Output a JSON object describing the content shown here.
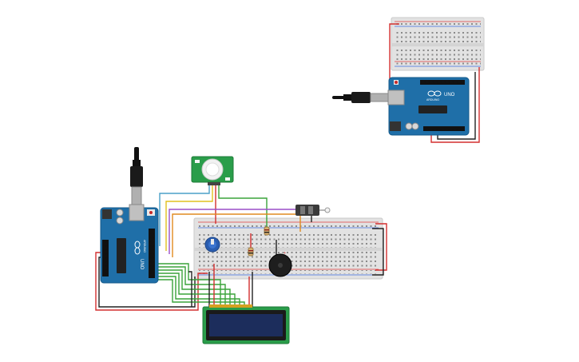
{
  "boards": {
    "arduino_main": {
      "model_label": "UNO",
      "brand_label": "ARDUINO"
    },
    "arduino_secondary": {
      "model_label": "UNO",
      "brand_label": "ARDUINO"
    }
  },
  "colors": {
    "board_blue": "#1f6fa8",
    "board_dark": "#155a8a",
    "breadboard": "#e2e2e2",
    "breadboard_edge": "#c9c9c9",
    "rail_red": "#e03b3b",
    "rail_blue": "#3b6ee0",
    "wire_red": "#d32f2f",
    "wire_black": "#222222",
    "wire_green": "#3aa33a",
    "wire_yellow": "#e0c020",
    "wire_cyan": "#4aa0c8",
    "wire_purple": "#9b4fc8",
    "wire_orange": "#e08a20",
    "pcb_green": "#2a9d4a",
    "lcd_screen": "#1c2d5c",
    "buzzer": "#1e1e1e",
    "pot_blue": "#2a5db0"
  },
  "icons": {
    "usb_connector": "usb-plug-icon",
    "arduino_logo": "infinity-logo-icon",
    "pir_dome": "pir-dome-icon"
  }
}
